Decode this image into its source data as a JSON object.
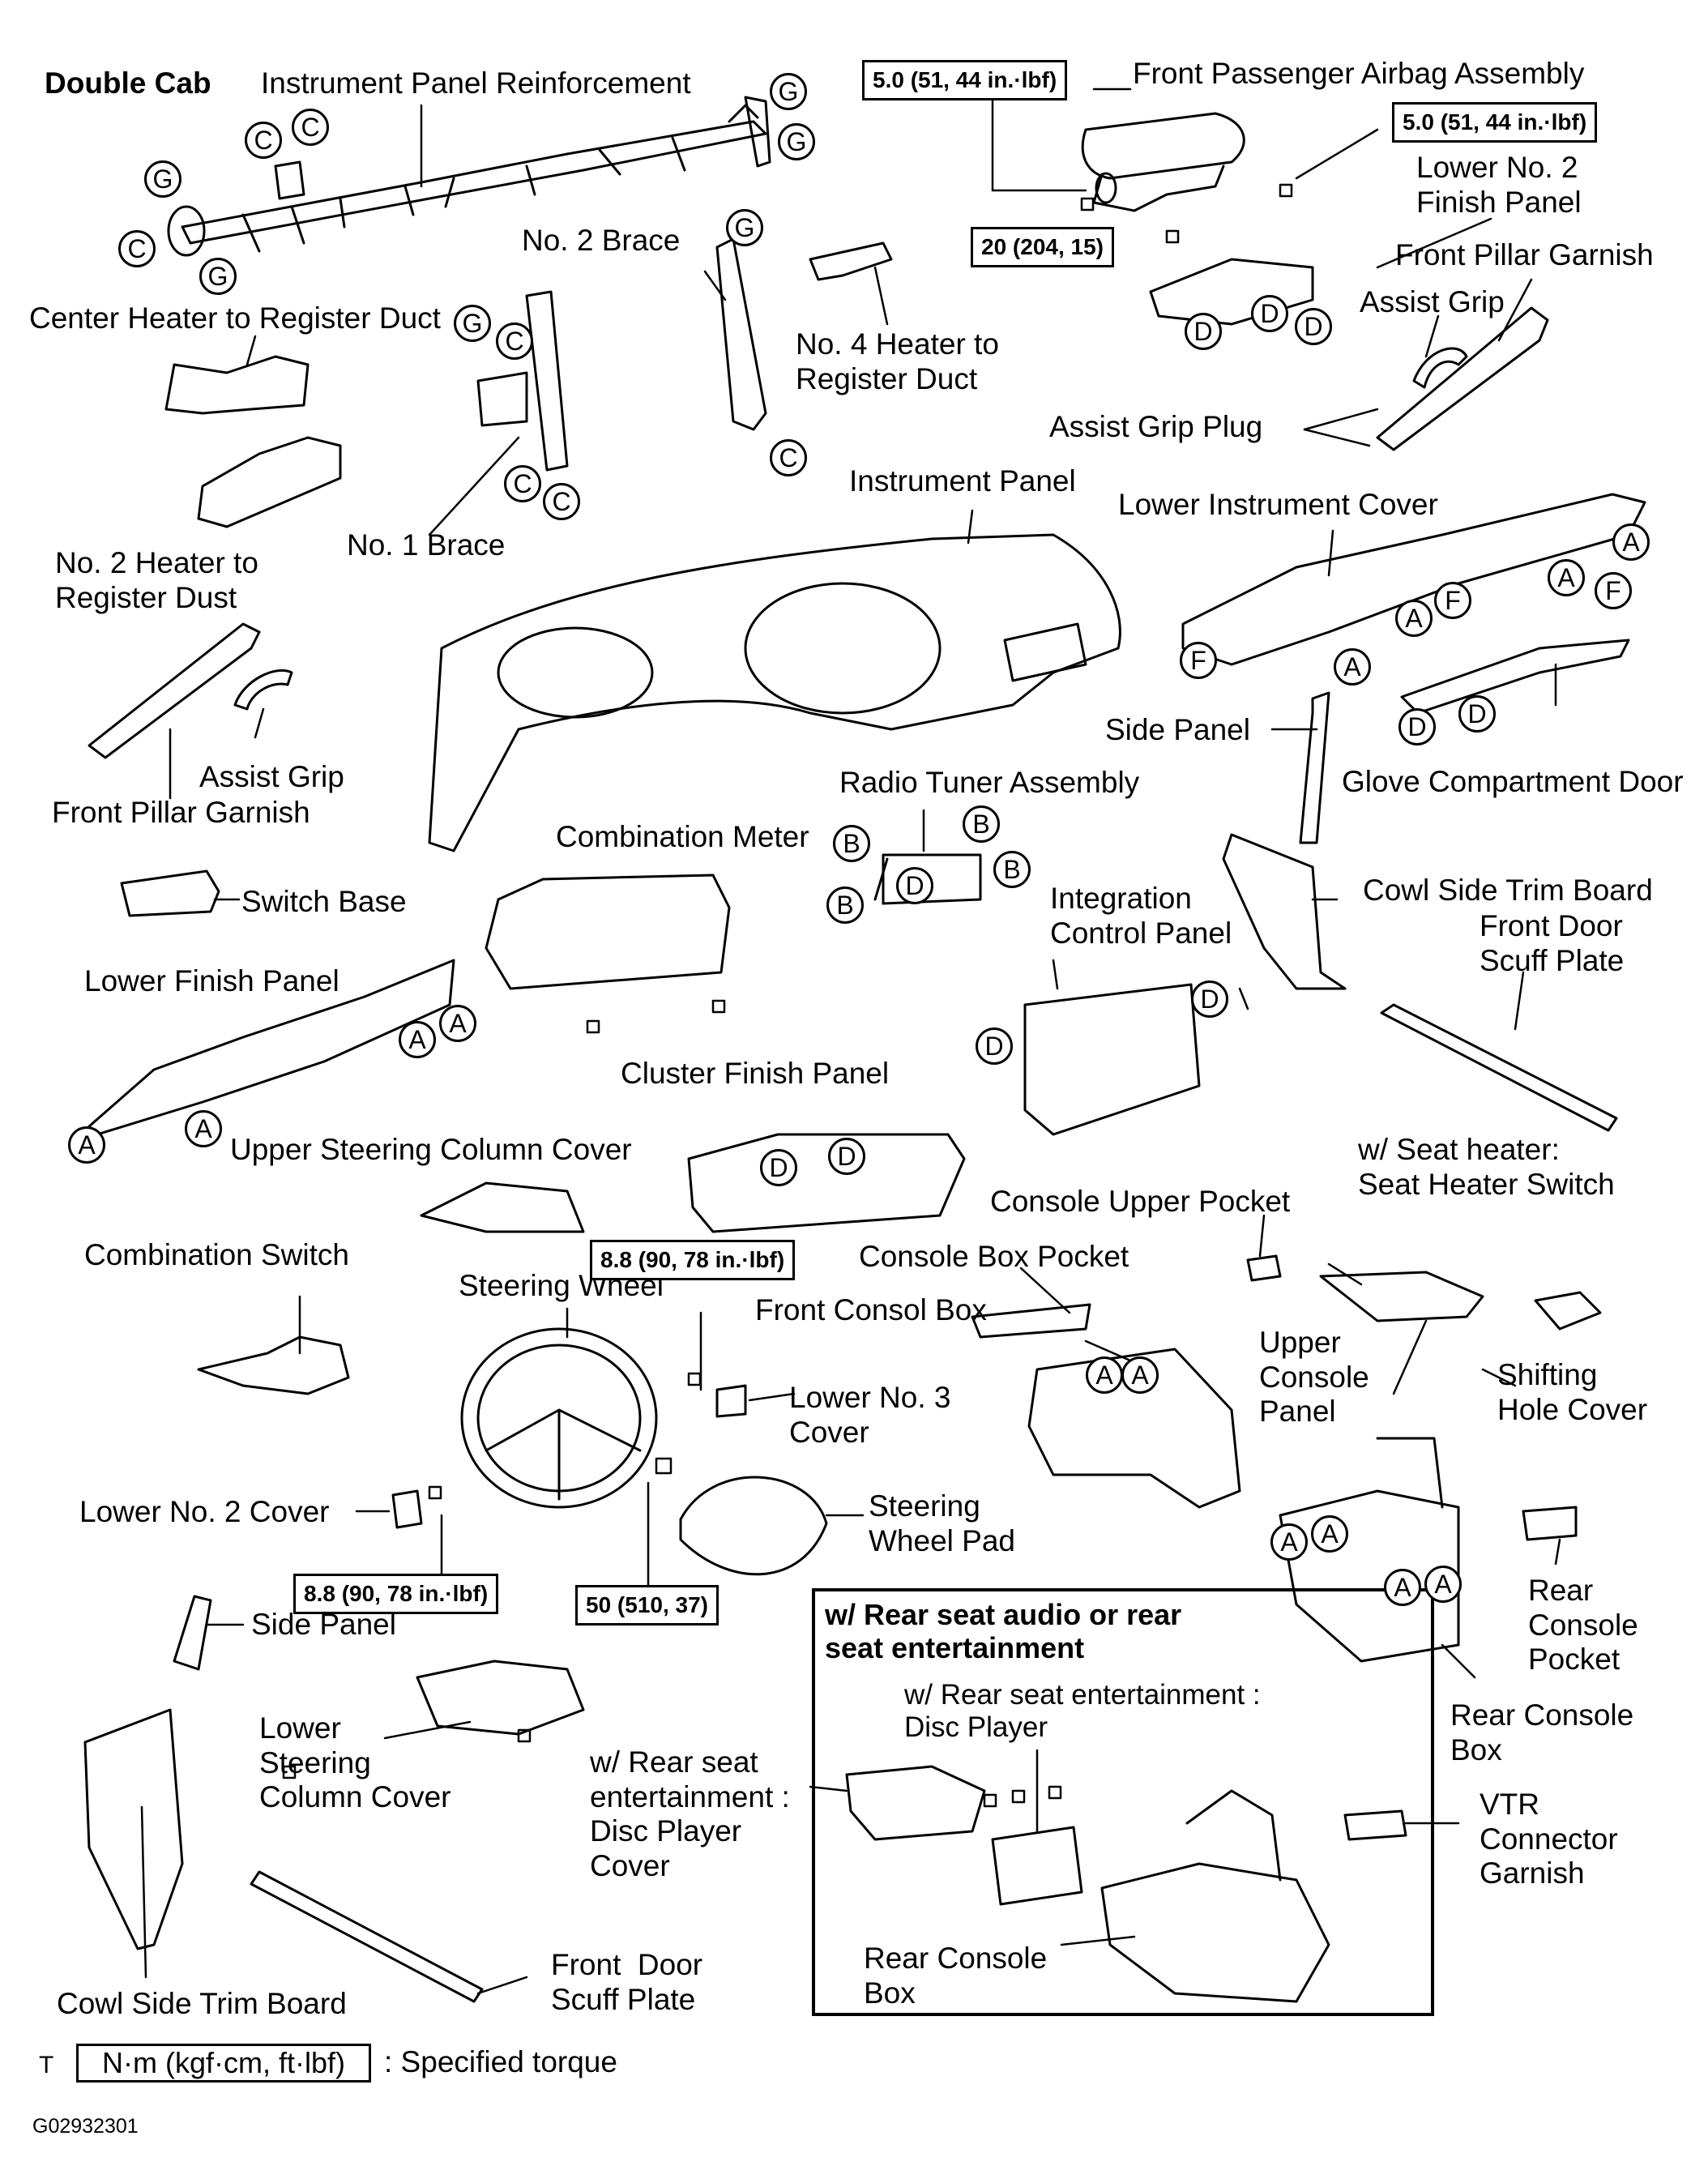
{
  "diagram": {
    "heading": "Double Cab",
    "labels": {
      "instrument_panel_reinforcement": "Instrument Panel Reinforcement",
      "front_passenger_airbag": "Front Passenger Airbag Assembly",
      "lower_no2_finish_panel": "Lower No. 2\nFinish Panel",
      "front_pillar_garnish_right": "Front Pillar Garnish",
      "assist_grip_right": "Assist Grip",
      "assist_grip_plug": "Assist Grip Plug",
      "no2_brace": "No. 2 Brace",
      "center_heater_duct": "Center Heater to Register Duct",
      "no4_heater_duct": "No. 4 Heater to\nRegister Duct",
      "no2_heater_duct": "No. 2 Heater to\nRegister Dust",
      "no1_brace": "No. 1 Brace",
      "instrument_panel": "Instrument Panel",
      "lower_instrument_cover": "Lower Instrument Cover",
      "side_panel_right": "Side Panel",
      "glove_compartment": "Glove Compartment Door",
      "assist_grip_left": "Assist Grip",
      "front_pillar_garnish_left": "Front Pillar Garnish",
      "radio_tuner": "Radio Tuner Assembly",
      "combination_meter": "Combination Meter",
      "switch_base": "Switch Base",
      "integration_control_panel": "Integration\nControl Panel",
      "cowl_side_trim_right": "Cowl Side Trim Board",
      "front_door_scuff_right": "Front Door\nScuff Plate",
      "lower_finish_panel": "Lower Finish Panel",
      "cluster_finish_panel": "Cluster Finish Panel",
      "upper_steering_column_cover": "Upper Steering Column Cover",
      "seat_heater": "w/ Seat heater:\nSeat Heater Switch",
      "console_upper_pocket": "Console Upper Pocket",
      "combination_switch": "Combination Switch",
      "steering_wheel": "Steering Wheel",
      "console_box_pocket": "Console Box Pocket",
      "front_console_box": "Front Consol Box",
      "upper_console_panel": "Upper\nConsole\nPanel",
      "shifting_hole_cover": "Shifting\nHole Cover",
      "lower_no3_cover": "Lower No. 3\nCover",
      "lower_no2_cover": "Lower No. 2 Cover",
      "steering_wheel_pad": "Steering\nWheel Pad",
      "rear_console_pocket": "Rear\nConsole\nPocket",
      "rear_console_box_right": "Rear Console\nBox",
      "side_panel_left": "Side Panel",
      "lower_steering_column_cover": "Lower\nSteering\nColumn Cover",
      "disc_player_cover": "w/ Rear seat\nentertainment :\nDisc Player\nCover",
      "box_title": "w/ Rear seat audio or rear\nseat entertainment",
      "box_disc_player": "w/ Rear seat entertainment :\nDisc Player",
      "box_rear_console": "Rear Console\nBox",
      "vtr_connector": "VTR\nConnector\nGarnish",
      "cowl_side_trim_left": "Cowl Side Trim Board",
      "front_door_scuff_left": "Front  Door\nScuff Plate"
    },
    "torques": {
      "t_airbag_left": "5.0 (51, 44 in.·lbf)",
      "t_airbag_right": "5.0 (51, 44 in.·lbf)",
      "t_airbag_bottom": "20 (204, 15)",
      "t_lower_no3": "8.8 (90, 78 in.·lbf)",
      "t_lower_no2": "8.8 (90, 78 in.·lbf)",
      "t_steering_wheel": "50 (510, 37)"
    },
    "callout_letters": [
      "A",
      "B",
      "C",
      "D",
      "F",
      "G"
    ],
    "legend": {
      "prefix": "T",
      "unit_box": "N·m (kgf·cm, ft·lbf)",
      "text": ": Specified torque"
    },
    "figure_code": "G02932301"
  }
}
